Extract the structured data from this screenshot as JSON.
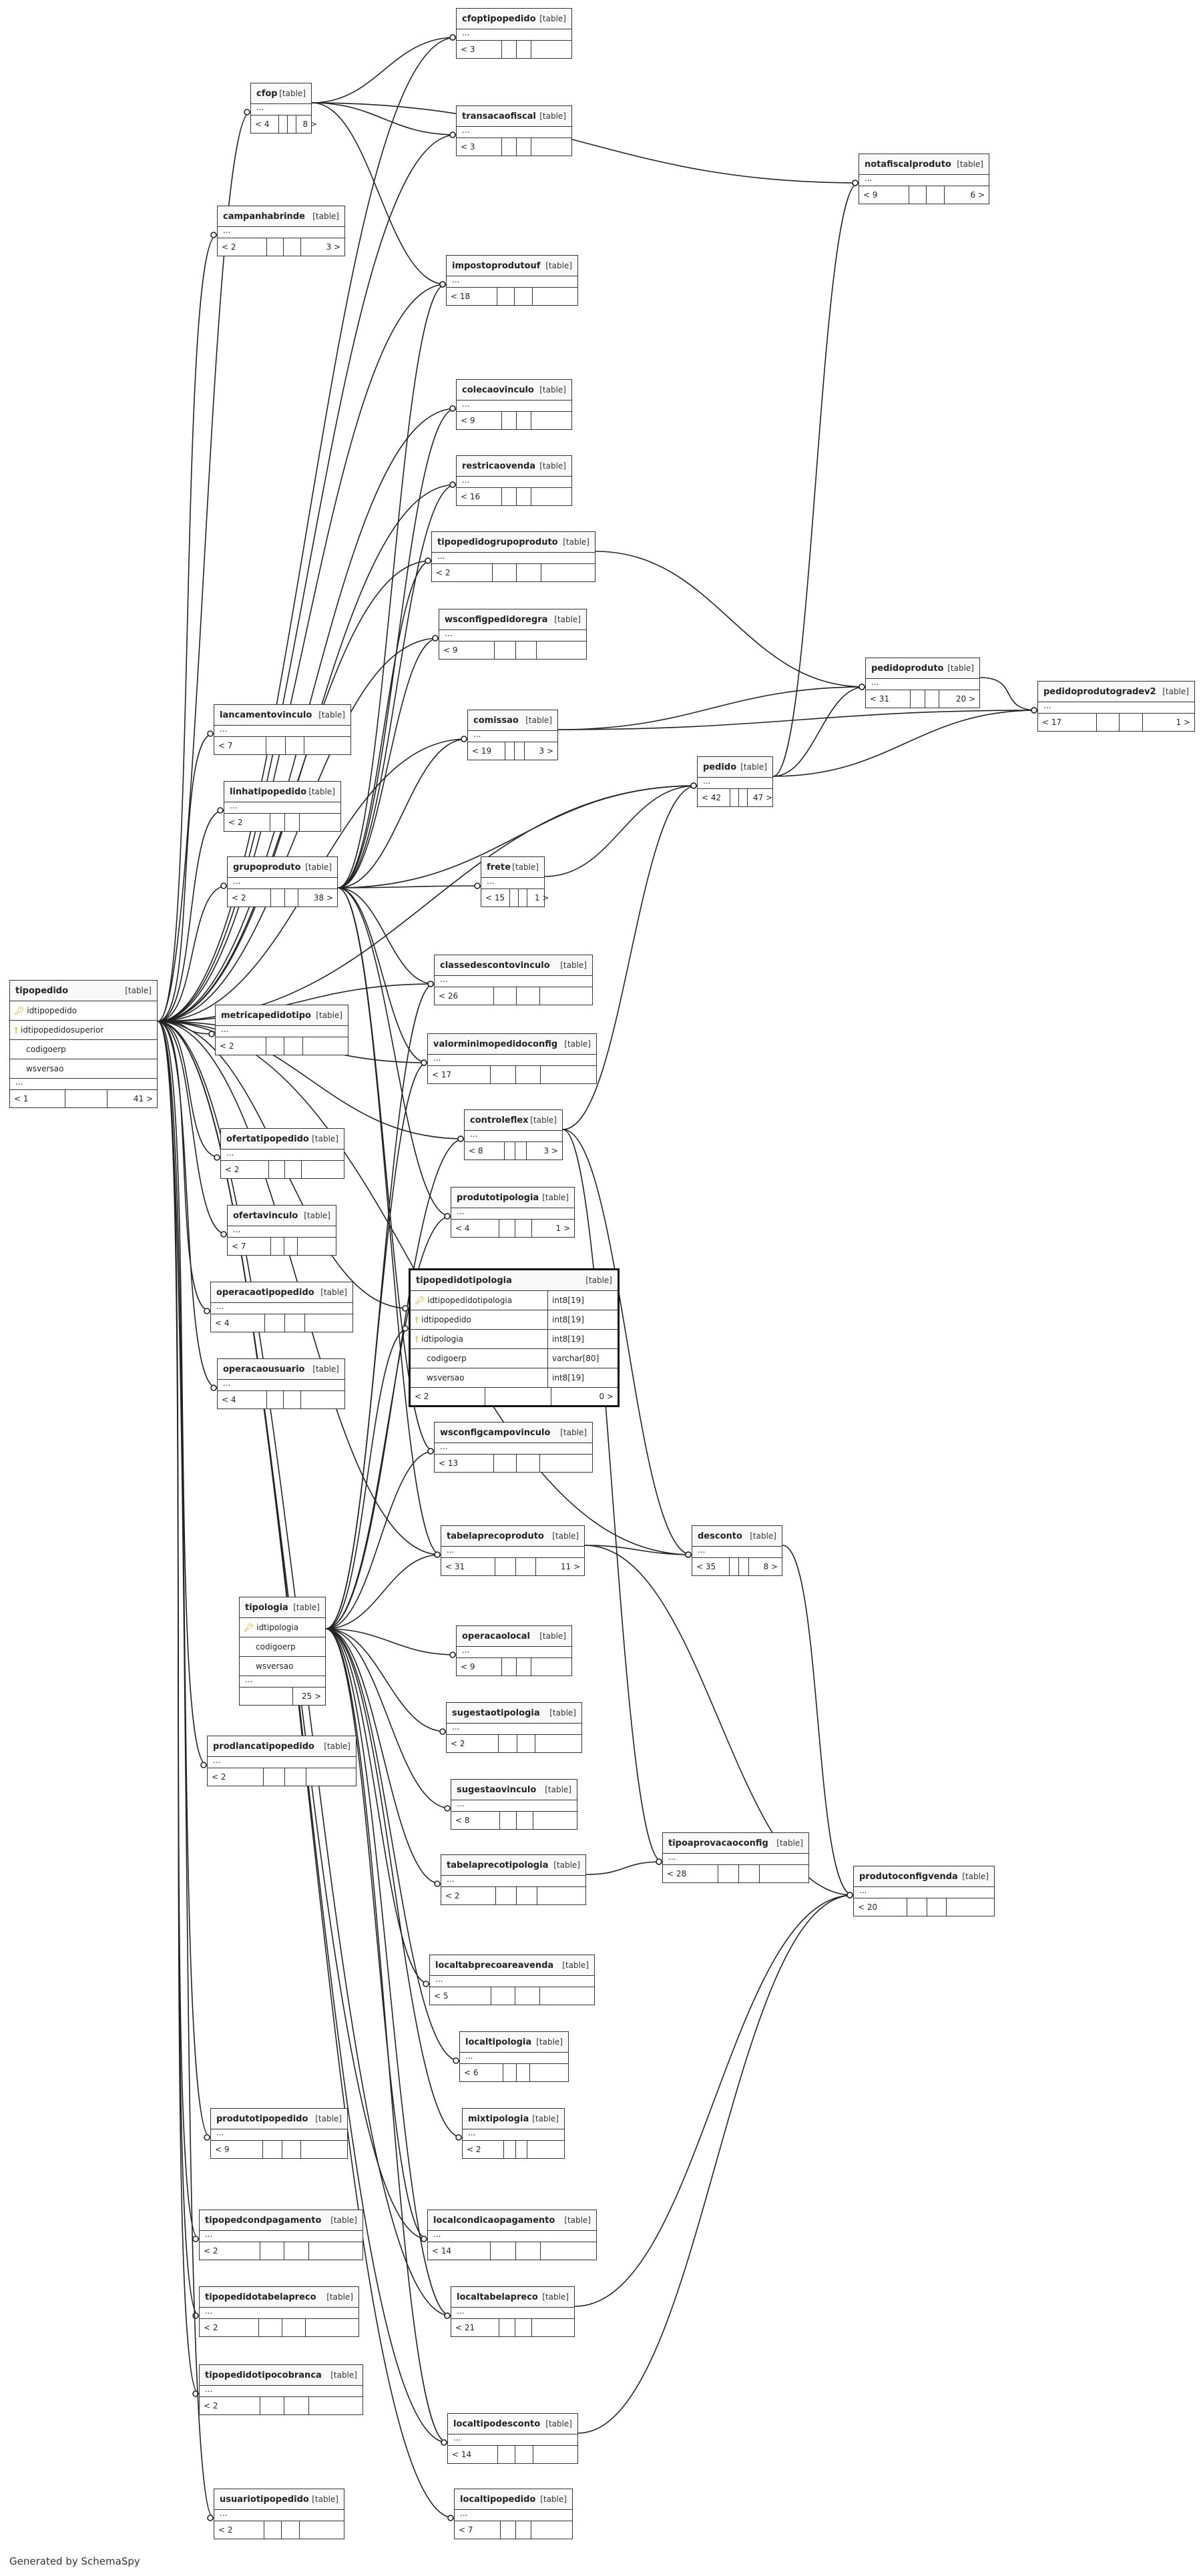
{
  "footer": "Generated by SchemaSpy",
  "kind_label": "[table]",
  "colors": {
    "line": "#222222",
    "key": "#d4a300",
    "border": "#333333"
  },
  "tables": {
    "cfoptipopedido": {
      "name": "cfoptipopedido",
      "more": "...",
      "children": "< 3",
      "parents": ""
    },
    "cfop": {
      "name": "cfop",
      "more": "...",
      "children": "< 4",
      "parents": "8 >"
    },
    "transacaofiscal": {
      "name": "transacaofiscal",
      "more": "...",
      "children": "< 3",
      "parents": ""
    },
    "notafiscalproduto": {
      "name": "notafiscalproduto",
      "more": "...",
      "children": "< 9",
      "parents": "6 >"
    },
    "campanhabrinde": {
      "name": "campanhabrinde",
      "more": "...",
      "children": "< 2",
      "parents": "3 >"
    },
    "impostoprodutouf": {
      "name": "impostoprodutouf",
      "more": "...",
      "children": "< 18",
      "parents": ""
    },
    "colecaovinculo": {
      "name": "colecaovinculo",
      "more": "...",
      "children": "< 9",
      "parents": ""
    },
    "restricaovenda": {
      "name": "restricaovenda",
      "more": "...",
      "children": "< 16",
      "parents": ""
    },
    "tipopedidogrupoproduto": {
      "name": "tipopedidogrupoproduto",
      "more": "...",
      "children": "< 2",
      "parents": ""
    },
    "wsconfigpedidoregra": {
      "name": "wsconfigpedidoregra",
      "more": "...",
      "children": "< 9",
      "parents": ""
    },
    "pedidoproduto": {
      "name": "pedidoproduto",
      "more": "...",
      "children": "< 31",
      "parents": "20 >"
    },
    "pedidoprodutogradev2": {
      "name": "pedidoprodutogradev2",
      "more": "...",
      "children": "< 17",
      "parents": "1 >"
    },
    "lancamentovinculo": {
      "name": "lancamentovinculo",
      "more": "...",
      "children": "< 7",
      "parents": ""
    },
    "comissao": {
      "name": "comissao",
      "more": "...",
      "children": "< 19",
      "parents": "3 >"
    },
    "pedido": {
      "name": "pedido",
      "more": "...",
      "children": "< 42",
      "parents": "47 >"
    },
    "linhatipopedido": {
      "name": "linhatipopedido",
      "more": "...",
      "children": "< 2",
      "parents": ""
    },
    "grupoproduto": {
      "name": "grupoproduto",
      "more": "...",
      "children": "< 2",
      "parents": "38 >"
    },
    "frete": {
      "name": "frete",
      "more": "...",
      "children": "< 15",
      "parents": "1 >"
    },
    "classedescontovinculo": {
      "name": "classedescontovinculo",
      "more": "...",
      "children": "< 26",
      "parents": ""
    },
    "metricapedidotipo": {
      "name": "metricapedidotipo",
      "more": "...",
      "children": "< 2",
      "parents": ""
    },
    "valorminimopedidoconfig": {
      "name": "valorminimopedidoconfig",
      "more": "...",
      "children": "< 17",
      "parents": ""
    },
    "controleflex": {
      "name": "controleflex",
      "more": "...",
      "children": "< 8",
      "parents": "3 >"
    },
    "ofertatipopedido": {
      "name": "ofertatipopedido",
      "more": "...",
      "children": "< 2",
      "parents": ""
    },
    "produtotipologia": {
      "name": "produtotipologia",
      "more": "...",
      "children": "< 4",
      "parents": "1 >"
    },
    "ofertavinculo": {
      "name": "ofertavinculo",
      "more": "...",
      "children": "< 7",
      "parents": ""
    },
    "operacaotipopedido": {
      "name": "operacaotipopedido",
      "more": "...",
      "children": "< 4",
      "parents": ""
    },
    "operacaousuario": {
      "name": "operacaousuario",
      "more": "...",
      "children": "< 4",
      "parents": ""
    },
    "wsconfigcampovinculo": {
      "name": "wsconfigcampovinculo",
      "more": "...",
      "children": "< 13",
      "parents": ""
    },
    "tabelaprecoproduto": {
      "name": "tabelaprecoproduto",
      "more": "...",
      "children": "< 31",
      "parents": "11 >"
    },
    "desconto": {
      "name": "desconto",
      "more": "...",
      "children": "< 35",
      "parents": "8 >"
    },
    "operacaolocal": {
      "name": "operacaolocal",
      "more": "...",
      "children": "< 9",
      "parents": ""
    },
    "prodlancatipopedido": {
      "name": "prodlancatipopedido",
      "more": "...",
      "children": "< 2",
      "parents": ""
    },
    "sugestaotipologia": {
      "name": "sugestaotipologia",
      "more": "...",
      "children": "< 2",
      "parents": ""
    },
    "sugestaovinculo": {
      "name": "sugestaovinculo",
      "more": "...",
      "children": "< 8",
      "parents": ""
    },
    "tipoaprovacaoconfig": {
      "name": "tipoaprovacaoconfig",
      "more": "...",
      "children": "< 28",
      "parents": ""
    },
    "tabelaprecotipologia": {
      "name": "tabelaprecotipologia",
      "more": "...",
      "children": "< 2",
      "parents": ""
    },
    "produtoconfigvenda": {
      "name": "produtoconfigvenda",
      "more": "...",
      "children": "< 20",
      "parents": ""
    },
    "localtabprecoareavenda": {
      "name": "localtabprecoareavenda",
      "more": "...",
      "children": "< 5",
      "parents": ""
    },
    "localtipologia": {
      "name": "localtipologia",
      "more": "...",
      "children": "< 6",
      "parents": ""
    },
    "mixtipologia": {
      "name": "mixtipologia",
      "more": "...",
      "children": "< 2",
      "parents": ""
    },
    "produtotipopedido": {
      "name": "produtotipopedido",
      "more": "...",
      "children": "< 9",
      "parents": ""
    },
    "tipopedcondpagamento": {
      "name": "tipopedcondpagamento",
      "more": "...",
      "children": "< 2",
      "parents": ""
    },
    "localcondicaopagamento": {
      "name": "localcondicaopagamento",
      "more": "...",
      "children": "< 14",
      "parents": ""
    },
    "tipopedidotabelapreco": {
      "name": "tipopedidotabelapreco",
      "more": "...",
      "children": "< 2",
      "parents": ""
    },
    "localtabelapreco": {
      "name": "localtabelapreco",
      "more": "...",
      "children": "< 21",
      "parents": ""
    },
    "tipopedidotipocobranca": {
      "name": "tipopedidotipocobranca",
      "more": "...",
      "children": "< 2",
      "parents": ""
    },
    "localtipodesconto": {
      "name": "localtipodesconto",
      "more": "...",
      "children": "< 14",
      "parents": ""
    },
    "usuariotipopedido": {
      "name": "usuariotipopedido",
      "more": "...",
      "children": "< 2",
      "parents": ""
    },
    "localtipopedido": {
      "name": "localtipopedido",
      "more": "...",
      "children": "< 7",
      "parents": ""
    }
  },
  "tipopedido": {
    "name": "tipopedido",
    "columns": [
      "idtipopedido",
      "idtipopedidosuperior",
      "codigoerp",
      "wsversao"
    ],
    "more": "...",
    "children": "< 1",
    "parents": "41 >"
  },
  "tipologia": {
    "name": "tipologia",
    "columns": [
      "idtipologia",
      "codigoerp",
      "wsversao"
    ],
    "more": "...",
    "parents": "25 >"
  },
  "tipopedidotipologia": {
    "name": "tipopedidotipologia",
    "columns": [
      {
        "name": "idtipopedidotipologia",
        "type": "int8[19]"
      },
      {
        "name": "idtipopedido",
        "type": "int8[19]"
      },
      {
        "name": "idtipologia",
        "type": "int8[19]"
      },
      {
        "name": "codigoerp",
        "type": "varchar[80]"
      },
      {
        "name": "wsversao",
        "type": "int8[19]"
      }
    ],
    "children": "< 2",
    "parents": "0 >"
  }
}
